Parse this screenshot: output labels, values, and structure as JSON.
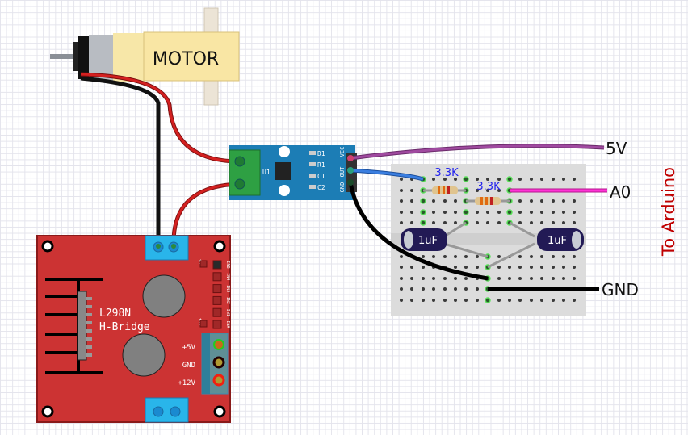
{
  "motor": {
    "label": "MOTOR"
  },
  "sensor": {
    "chip": "U1",
    "pads": [
      "D1",
      "R1",
      "C1",
      "C2"
    ],
    "pins": [
      "VCC",
      "OUT",
      "GND"
    ]
  },
  "breadboard": {
    "resistors": [
      "3.3K",
      "3.3K"
    ],
    "capacitors": [
      "1uF",
      "1uF"
    ]
  },
  "hbridge": {
    "title1": "L298N",
    "title2": "H-Bridge",
    "header_pins": [
      "ENB",
      "IN4",
      "IN3",
      "IN2",
      "IN1",
      "ENA"
    ],
    "jumper": "5V+",
    "power": [
      "+5V",
      "GND",
      "+12V"
    ]
  },
  "labels": {
    "v5": "5V",
    "a0": "A0",
    "gnd": "GND",
    "arduino": "To Arduino"
  },
  "colors": {
    "board_red": "#cc3333",
    "sensor_blue": "#1c7db5",
    "arduino_label": "#c00000",
    "resistor_label": "#2222ee"
  }
}
